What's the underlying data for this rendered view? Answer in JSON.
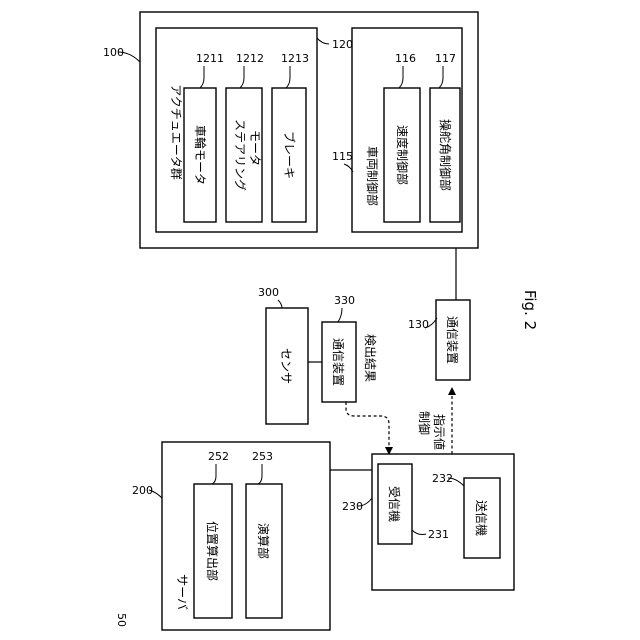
{
  "page_ref": "50",
  "figure_label": "Fig. 2",
  "vehicle": {
    "ref": "100",
    "actuators": {
      "ref": "120",
      "title": "アクチュエータ群",
      "wheel_motor": {
        "ref": "1211",
        "label": "車輪モータ"
      },
      "steering_motor": {
        "ref": "1212",
        "label_line1": "ステアリング",
        "label_line2": "モータ"
      },
      "brake": {
        "ref": "1213",
        "label": "ブレーキ"
      }
    },
    "vehicle_control": {
      "ref": "115",
      "title": "車両制御部",
      "speed_control": {
        "ref": "116",
        "label": "速度制御部"
      },
      "steering_angle_control": {
        "ref": "117",
        "label": "操舵角制御部"
      }
    },
    "comm_device": {
      "ref": "130",
      "label": "通信装置"
    }
  },
  "sensor": {
    "ref": "300",
    "label": "センサ",
    "comm_device": {
      "ref": "330",
      "label": "通信装置"
    },
    "detection_result": "検出結果"
  },
  "control_command": {
    "line1": "制御",
    "line2": "指示値"
  },
  "server": {
    "ref": "200",
    "title": "サーバ",
    "position_calc": {
      "ref": "252",
      "label": "位置算出部"
    },
    "computing_unit": {
      "ref": "253",
      "label": "演算部"
    },
    "comm": {
      "ref": "230",
      "receiver": {
        "ref": "231",
        "label": "受信機"
      },
      "transmitter": {
        "ref": "232",
        "label": "送信機"
      }
    }
  }
}
